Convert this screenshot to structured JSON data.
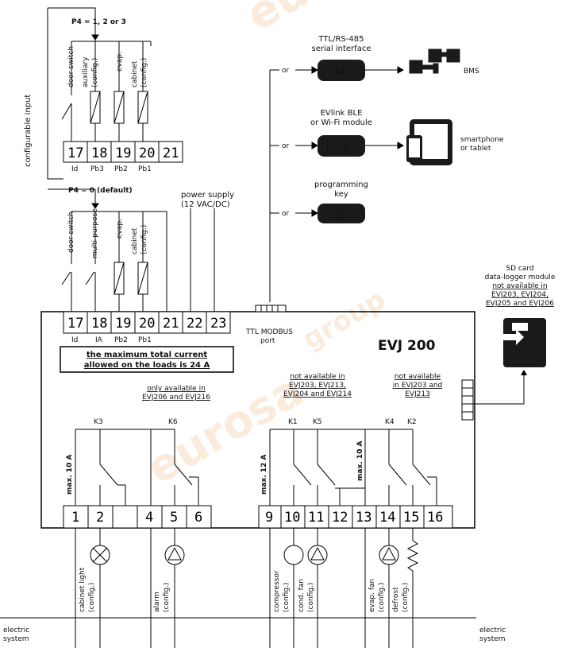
{
  "watermark": {
    "brand": "eurosa",
    "group": "group"
  },
  "top_block": {
    "configurable_input_label": "configurable input",
    "p4_top_label": "P4 = 1, 2 or 3",
    "p4_default_label": "P4 = 0 (default)",
    "channel_labels": [
      "door switch",
      "auxiliary\n(config.)",
      "evap.",
      "cabinet\n(config.)"
    ],
    "terminals": [
      "17",
      "18",
      "19",
      "20",
      "21"
    ],
    "terminal_sub": [
      "Id",
      "Pb3",
      "Pb2",
      "Pb1"
    ]
  },
  "mid_block": {
    "channel_labels": [
      "door switch",
      "multi-purpose",
      "evap.",
      "cabinet\n(config.)"
    ],
    "power_supply": "power supply\n(12 VAC/DC)"
  },
  "modules": [
    {
      "title": "TTL/RS-485\nserial interface",
      "or": "or",
      "target": "BMS"
    },
    {
      "title": "EVlink BLE\nor Wi-Fi module",
      "or": "or",
      "target": "smartphone\nor tablet"
    },
    {
      "title": "programming\nkey",
      "or": "or",
      "target": ""
    }
  ],
  "sd_card": {
    "title": "SD card\ndata-logger module",
    "note": "not available in\nEVJ203, EVJ204,\nEVJ205 and EVJ206"
  },
  "controller": {
    "model": "EVJ 200",
    "ttl_port": "TTL MODBUS\nport",
    "top_terminals": [
      "17",
      "18",
      "19",
      "20",
      "21",
      "22",
      "23"
    ],
    "top_terminal_sub": [
      "Id",
      "IA",
      "Pb2",
      "Pb1"
    ],
    "max_current_note": "the maximum total current\nallowed on the loads is 24 A",
    "only_available_note": "only available in\nEVJ206 and EVJ216",
    "not_available_note_1": "not available in\nEVJ203, EVJ213,\nEVJ204 and EVJ214",
    "not_available_note_2": "not available\nin EVJ203 and\nEVJ213",
    "relays": [
      "K3",
      "K6",
      "K1",
      "K5",
      "K4",
      "K2"
    ],
    "max_10a": "max. 10 A",
    "max_12a": "max. 12 A",
    "max_10a_2": "max. 10 A",
    "bottom_terminals": [
      "1",
      "2",
      "4",
      "5",
      "6",
      "9",
      "10",
      "11",
      "12",
      "13",
      "14",
      "15",
      "16"
    ]
  },
  "loads": [
    "cabinet light\n(config.)",
    "alarm\n(config.)",
    "compressor\n(config.)",
    "cond. fan\n(config.)",
    "evap. fan\n(config.)",
    "defrost\n(config.)"
  ],
  "electric_system_left": "electric\nsystem",
  "electric_system_right": "electric\nsystem"
}
